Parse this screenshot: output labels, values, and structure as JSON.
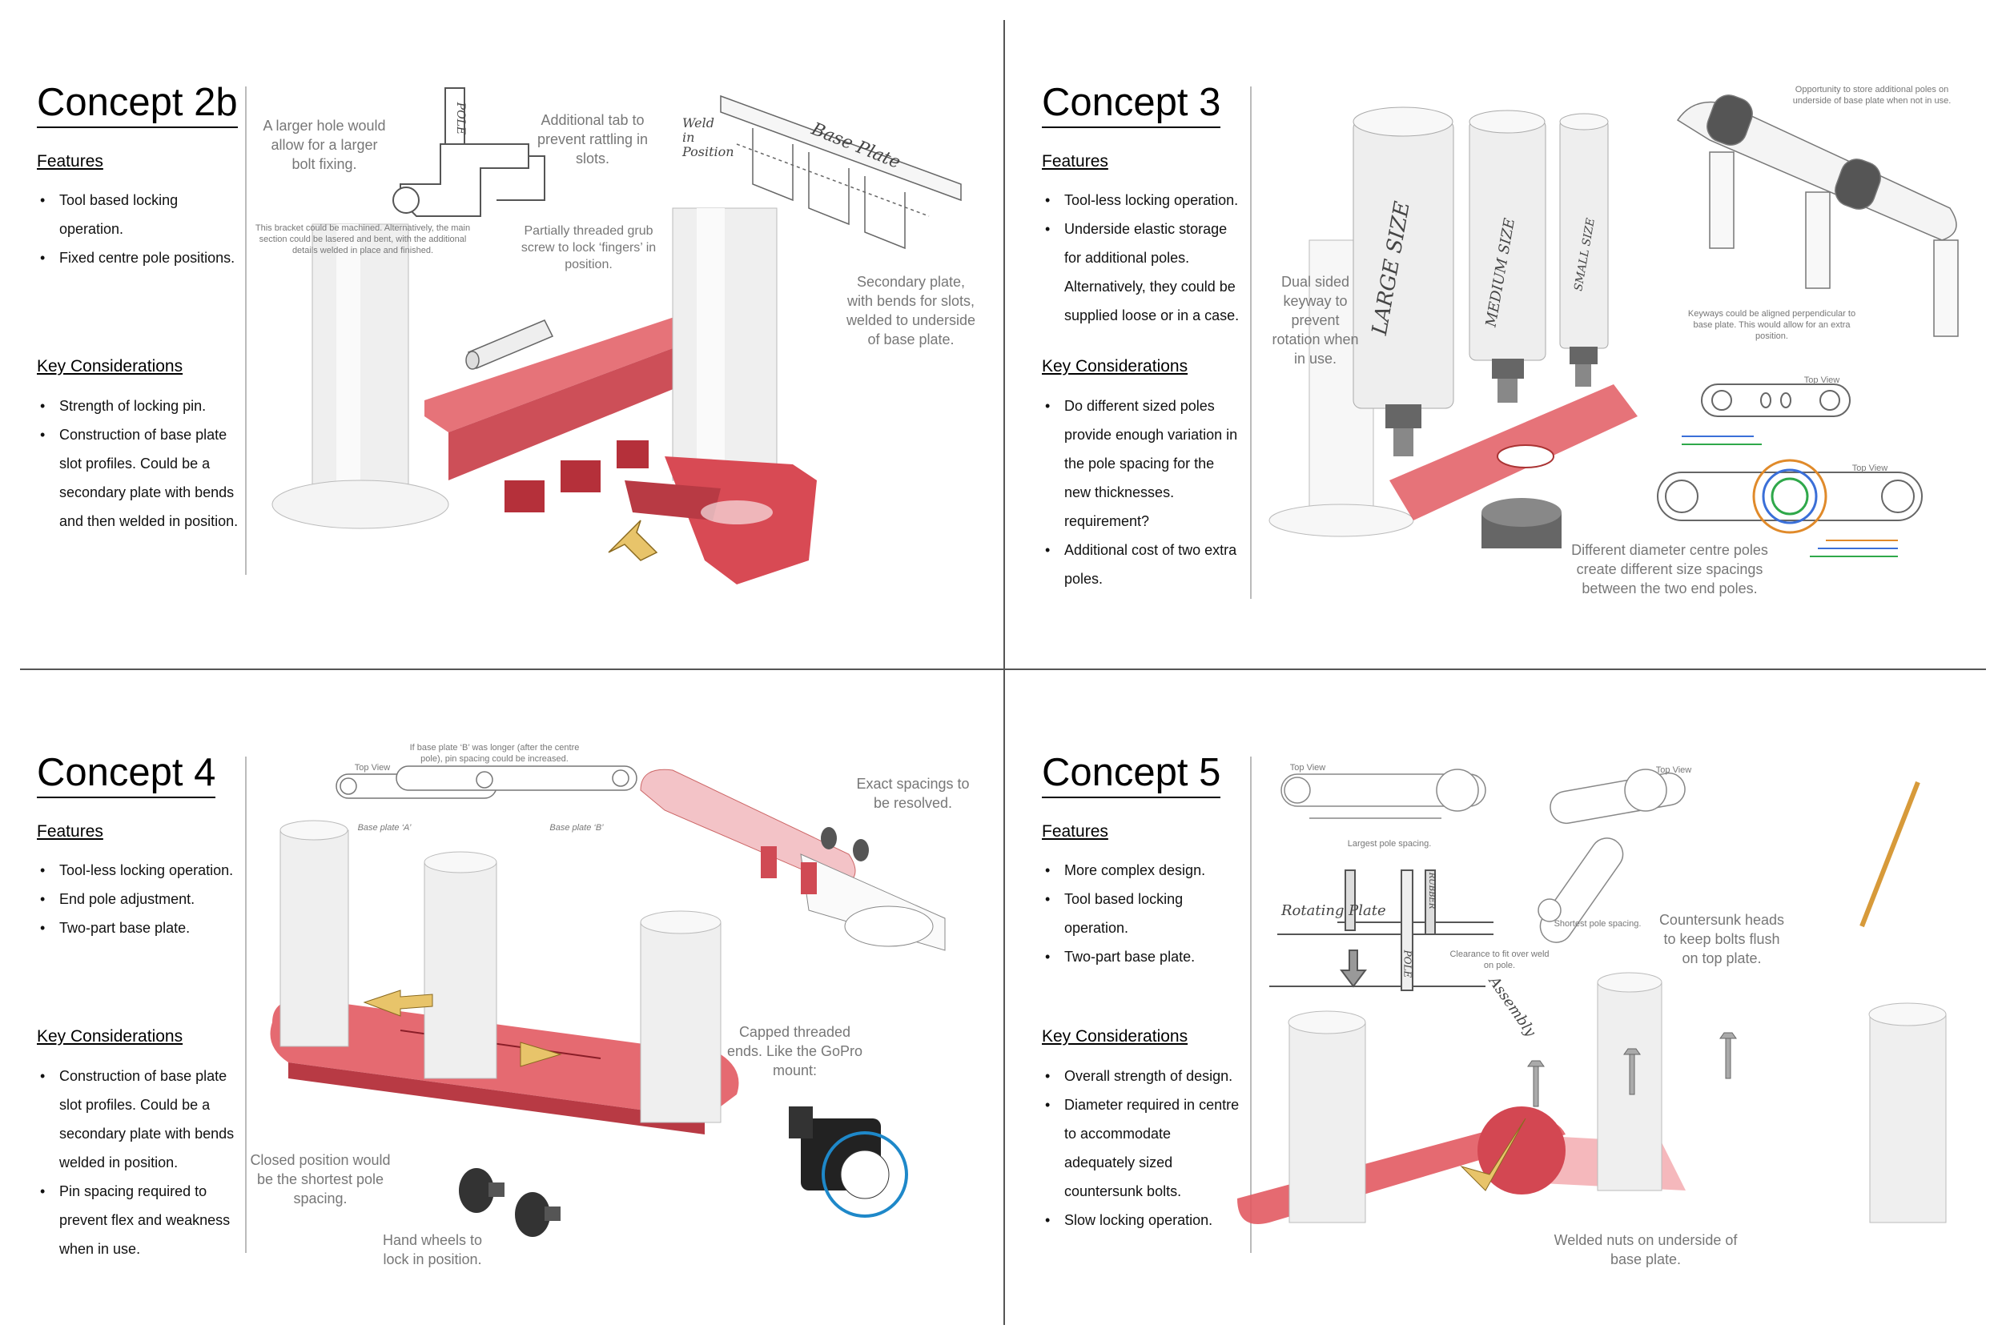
{
  "panels": [
    {
      "title": "Concept 2b",
      "features_heading": "Features",
      "features": [
        "Tool based locking operation.",
        "Fixed centre pole positions."
      ],
      "considerations_heading": "Key Considerations",
      "considerations": [
        "Strength of locking pin.",
        "Construction of base plate slot profiles.  Could be a secondary plate with bends and then welded in position."
      ],
      "annotations": {
        "larger_hole": "A larger hole would allow for a larger bolt fixing.",
        "additional_tab": "Additional tab to prevent rattling in slots.",
        "bracket_note": "This bracket could be machined.  Alternatively, the main section could be lasered and bent, with the additional details welded in place and finished.",
        "grub_screw": "Partially threaded grub screw to lock ‘fingers’ in position.",
        "secondary_plate": "Secondary plate, with bends for slots, welded to underside of base plate.",
        "pole_label": "POLE",
        "weld_label": "Weld in Position",
        "base_plate_label": "Base Plate"
      }
    },
    {
      "title": "Concept 3",
      "features_heading": "Features",
      "features": [
        "Tool-less locking operation.",
        "Underside elastic storage for additional poles.  Alternatively, they could be supplied loose or in a case."
      ],
      "considerations_heading": "Key Considerations",
      "considerations": [
        "Do different sized poles provide enough variation in the pole spacing for the new thicknesses. requirement?",
        "Additional cost of two extra poles."
      ],
      "annotations": {
        "dual_keyway": "Dual sided keyway to prevent rotation when in use.",
        "storage": "Opportunity to store additional poles on underside of base plate when not in use.",
        "keyways": "Keyways could be aligned perpendicular to base plate.  This would allow for an extra position.",
        "top_view_1": "Top View",
        "top_view_2": "Top View",
        "diameters": "Different diameter centre poles create different size spacings between the two end poles.",
        "large": "LARGE SIZE",
        "medium": "MEDIUM SIZE",
        "small": "SMALL SIZE"
      }
    },
    {
      "title": "Concept 4",
      "features_heading": "Features",
      "features": [
        "Tool-less locking operation.",
        "End pole adjustment.",
        "Two-part base plate."
      ],
      "considerations_heading": "Key Considerations",
      "considerations": [
        "Construction of base plate slot profiles.  Could be a secondary plate with bends welded in position.",
        "Pin spacing required to prevent flex and weakness when in use."
      ],
      "annotations": {
        "longer_note": "If base plate ‘B’ was longer (after the centre pole), pin spacing could be increased.",
        "top_view": "Top View",
        "plate_a": "Base plate ‘A’",
        "plate_b": "Base plate ‘B’",
        "exact_spacings": "Exact spacings to be resolved.",
        "capped": "Capped threaded ends. Like the GoPro mount:",
        "closed_position": "Closed position would be the shortest pole spacing.",
        "hand_wheels": "Hand wheels to lock in position."
      }
    },
    {
      "title": "Concept 5",
      "features_heading": "Features",
      "features": [
        "More complex design.",
        "Tool based locking operation.",
        "Two-part base plate."
      ],
      "considerations_heading": "Key Considerations",
      "considerations": [
        "Overall strength of design.",
        "Diameter required in centre to accommodate adequately sized countersunk bolts.",
        "Slow locking operation."
      ],
      "annotations": {
        "top_view_1": "Top View",
        "top_view_2": "Top View",
        "largest": "Largest pole spacing.",
        "shortest": "Shortest pole spacing.",
        "rotating_plate": "Rotating Plate",
        "clearance": "Clearance to fit over weld on pole.",
        "countersunk": "Countersunk heads to keep bolts flush on top plate.",
        "assembly": "Assembly",
        "welded_nuts": "Welded nuts on underside of base plate.",
        "pole": "POLE",
        "rubber": "RUBBER"
      }
    }
  ],
  "colors": {
    "accent_red": "#e8505b",
    "accent_gold": "#c9a227",
    "divider": "#555555"
  }
}
